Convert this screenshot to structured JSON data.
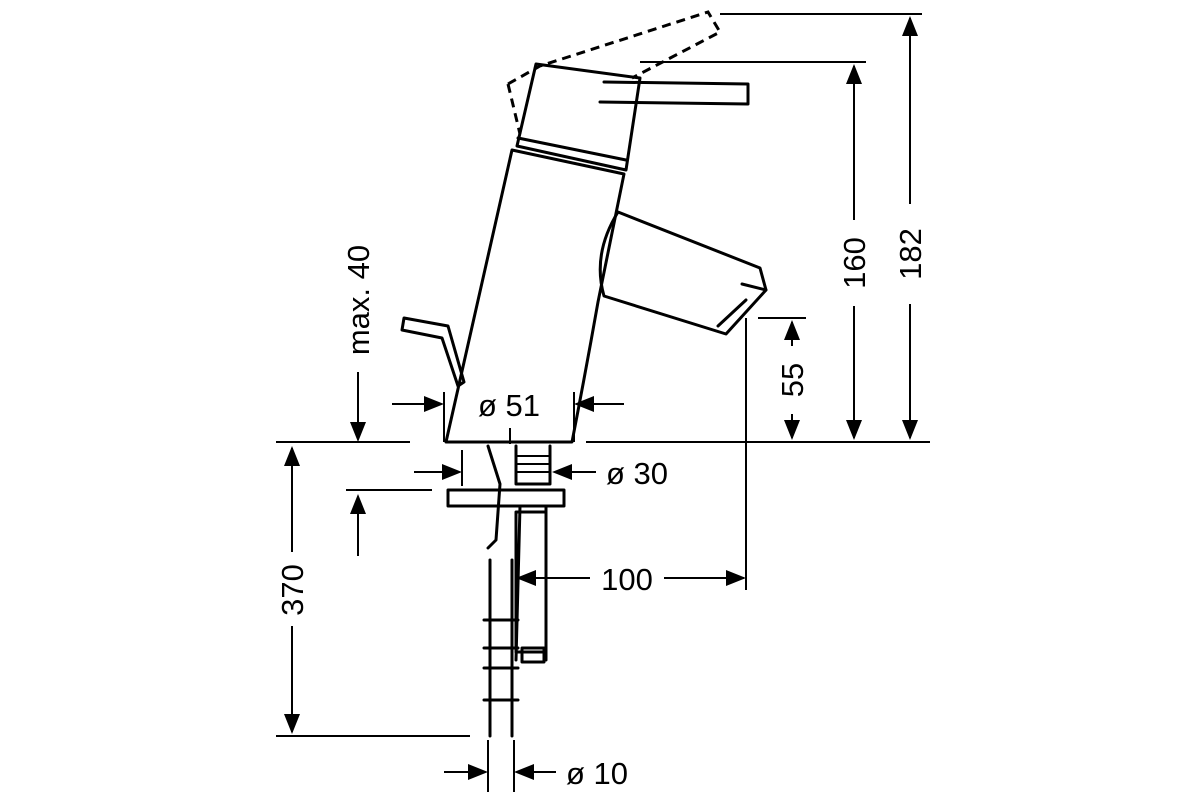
{
  "labels": {
    "height_total": "182",
    "height_body": "160",
    "max_pop_up": "max. 40",
    "spout_height": "55",
    "body_diameter": "ø 51",
    "shank_diameter": "ø 30",
    "spout_reach": "100",
    "hose_length": "370",
    "hose_diameter": "ø 10"
  }
}
